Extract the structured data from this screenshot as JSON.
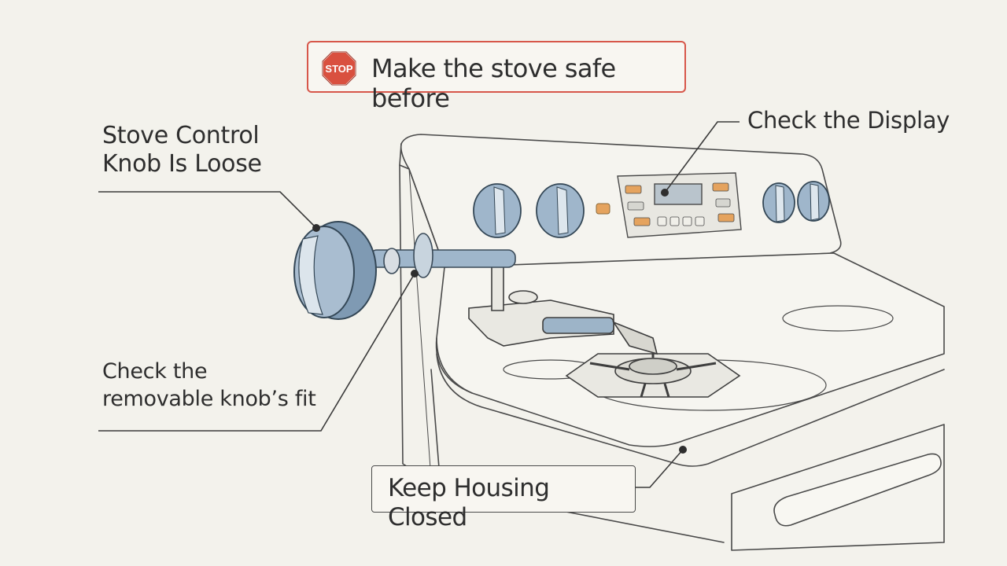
{
  "banner": {
    "stop_text": "STOP",
    "text": "Make the stove safe before",
    "border_color": "#d7574a",
    "stop_color": "#d9503f"
  },
  "labels": {
    "knob_loose_line1": "Stove Control",
    "knob_loose_line2": "Knob Is Loose",
    "check_display": "Check the Display",
    "check_fit_line1": "Check the",
    "check_fit_line2": "removable knob’s fit",
    "keep_housing": "Keep Housing Closed"
  },
  "colors": {
    "knob_blue": "#8fa8c0",
    "panel_orange": "#e5a35e",
    "line": "#3a3a3a"
  }
}
